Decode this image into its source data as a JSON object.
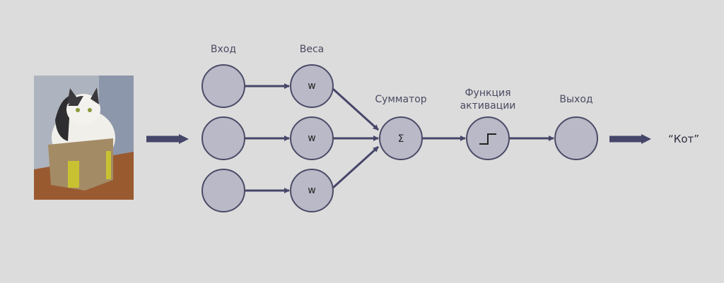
{
  "labels": {
    "input": "Вход",
    "weights": "Веса",
    "summator": "Сумматор",
    "activation_line1": "Функция",
    "activation_line2": "активации",
    "output": "Выход"
  },
  "weights": [
    "w",
    "w",
    "w"
  ],
  "summator_symbol": "Σ",
  "result": "“Кот”",
  "colors": {
    "background": "#dcdcdc",
    "node": "#b9b9c7",
    "stroke": "#4b4b68",
    "arrow": "#46466a"
  }
}
